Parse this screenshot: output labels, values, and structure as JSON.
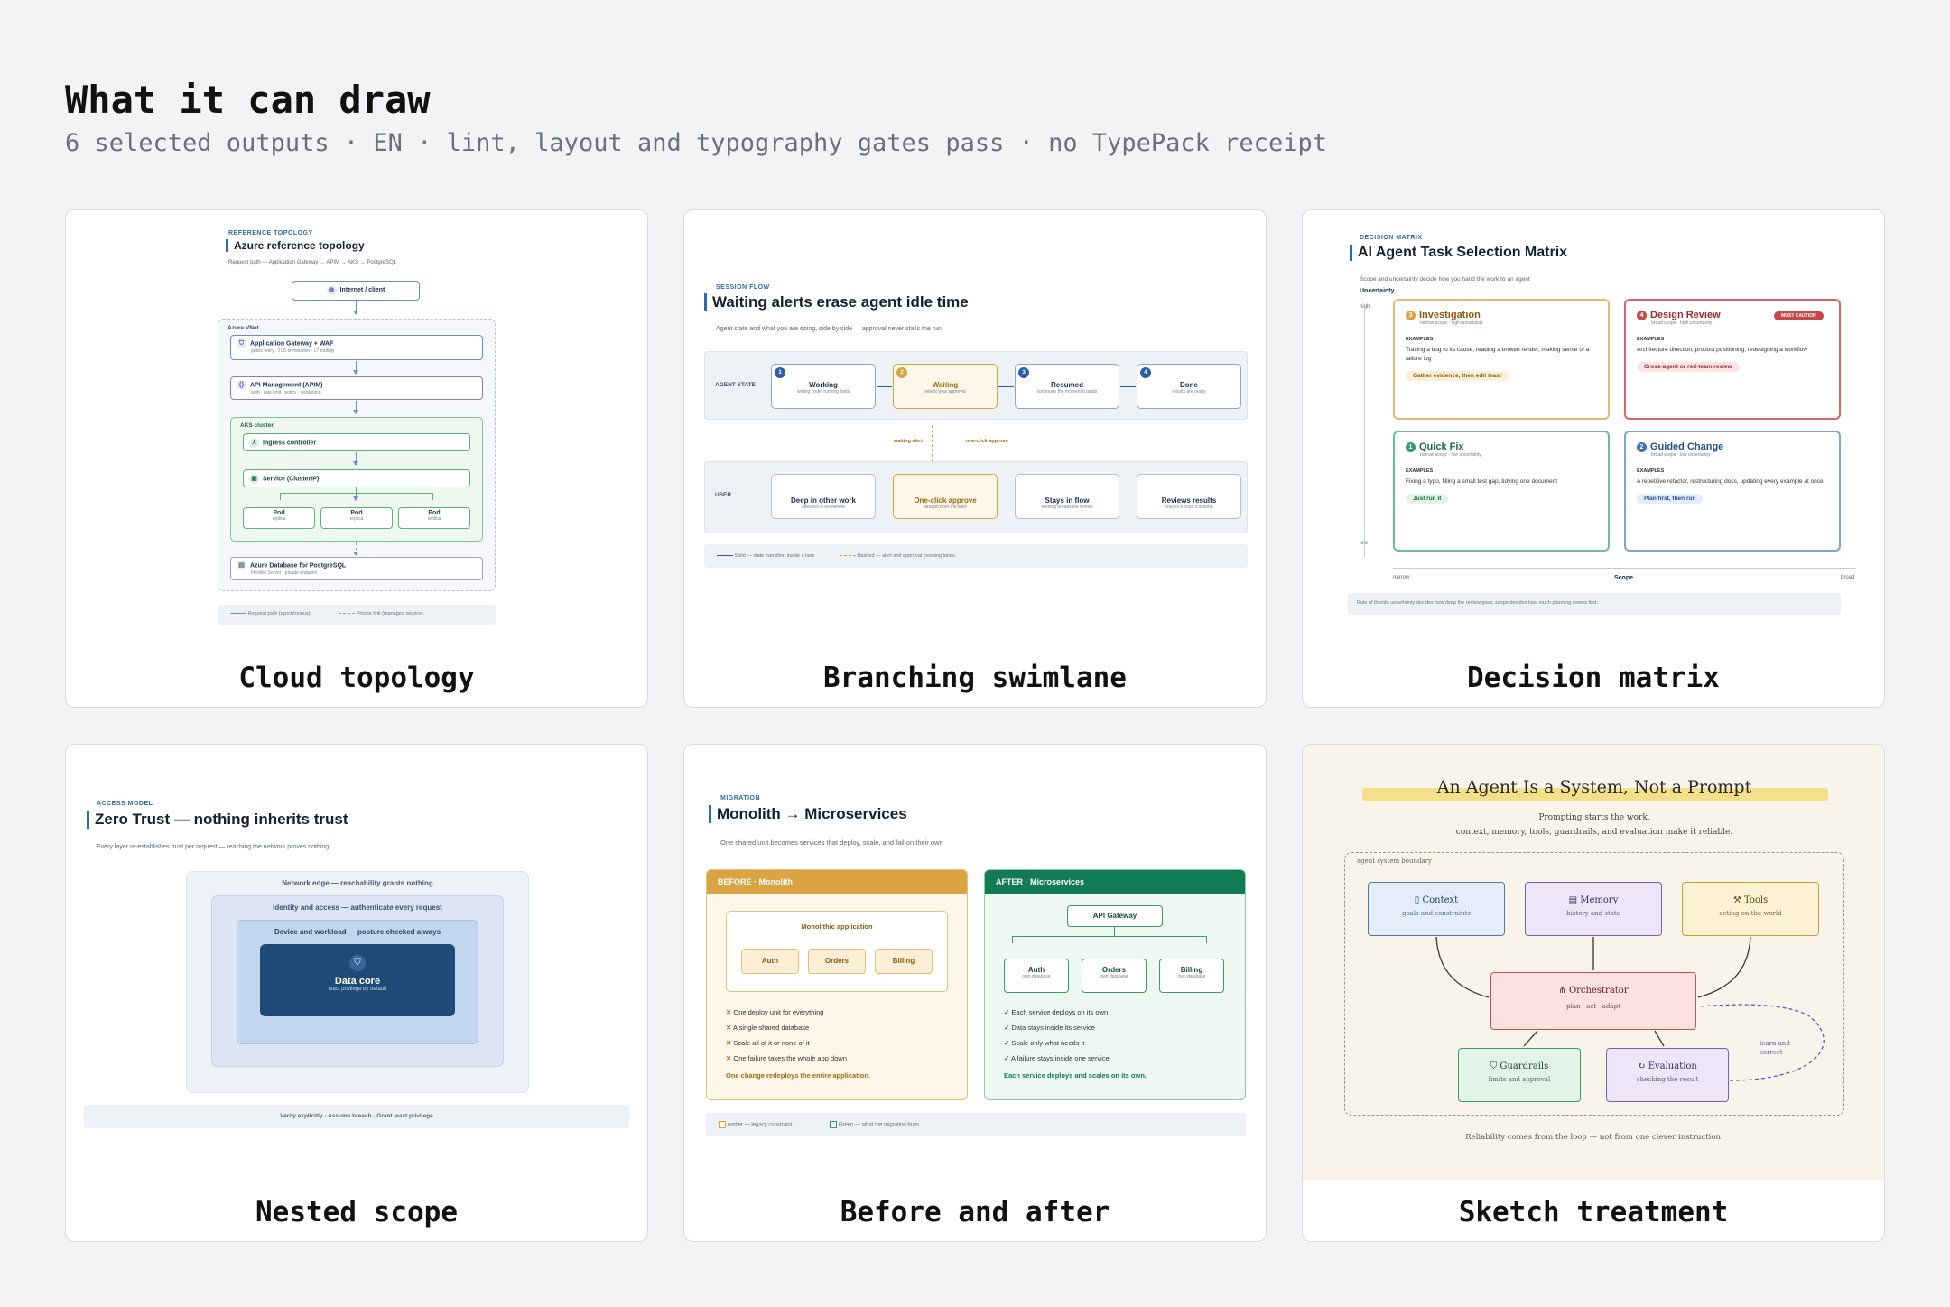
{
  "header": {
    "title": "What it can draw",
    "subtitle": "6 selected outputs · EN · lint, layout and typography gates pass · no TypePack receipt"
  },
  "cards": [
    {
      "caption": "Cloud topology",
      "preview": {
        "eyebrow": "REFERENCE TOPOLOGY",
        "title": "Azure reference topology",
        "subtitle": "Request path — Application Gateway → APIM → AKS → PostgreSQL",
        "client": "Internet / client",
        "vnet": "Azure VNet",
        "gateway": "Application Gateway + WAF",
        "gateway_sub": "public entry · TLS termination · L7 routing",
        "apim": "API Management (APIM)",
        "apim_sub": "auth · rate limit · policy · versioning",
        "aks": "AKS cluster",
        "ingress": "Ingress controller",
        "service": "Service (ClusterIP)",
        "pods": [
          {
            "name": "Pod",
            "sub": "replica"
          },
          {
            "name": "Pod",
            "sub": "replica"
          },
          {
            "name": "Pod",
            "sub": "replica"
          }
        ],
        "db": "Azure Database for PostgreSQL",
        "db_sub": "Flexible Server · private endpoint",
        "legend": [
          "Request path (synchronous)",
          "Private link (managed service)"
        ]
      }
    },
    {
      "caption": "Branching swimlane",
      "preview": {
        "eyebrow": "SESSION FLOW",
        "title": "Waiting alerts erase agent idle time",
        "subtitle": "Agent state and what you are doing, side by side — approval never stalls the run",
        "lane_agent": "AGENT STATE",
        "lane_user": "USER",
        "agent_states": [
          {
            "n": "1",
            "name": "Working",
            "sub": "writing code, running tools"
          },
          {
            "n": "2",
            "name": "Waiting",
            "sub": "needs your approval"
          },
          {
            "n": "3",
            "name": "Resumed",
            "sub": "continues the moment it lands"
          },
          {
            "n": "4",
            "name": "Done",
            "sub": "results are ready"
          }
        ],
        "links": [
          "waiting alert",
          "one-click approve"
        ],
        "user_states": [
          {
            "name": "Deep in other work",
            "sub": "attention is elsewhere"
          },
          {
            "name": "One-click approve",
            "sub": "straight from the alert"
          },
          {
            "name": "Stays in flow",
            "sub": "nothing breaks the thread"
          },
          {
            "name": "Reviews results",
            "sub": "checks it once it is done"
          }
        ],
        "legend": [
          "Solid — state transition inside a lane",
          "Dashed — alert and approval crossing lanes"
        ]
      }
    },
    {
      "caption": "Decision matrix",
      "preview": {
        "eyebrow": "DECISION MATRIX",
        "title": "AI Agent Task Selection Matrix",
        "subtitle": "Scope and uncertainty decide how you hand the work to an agent",
        "y_axis": "Uncertainty",
        "y_high": "high",
        "y_low": "low",
        "x_axis": "Scope",
        "x_low": "narrow",
        "x_high": "broad",
        "cells": [
          {
            "n": "3",
            "title": "Investigation",
            "sub": "narrow scope · high uncertainty",
            "examples_label": "EXAMPLES",
            "text": "Tracing a bug to its cause, reading a broken render, making sense of a failure log",
            "pill": "Gather evidence, then edit least",
            "color": "#e0a040"
          },
          {
            "n": "4",
            "title": "Design Review",
            "sub": "broad scope · high uncertainty",
            "badge": "MOST CAUTION",
            "examples_label": "EXAMPLES",
            "text": "Architecture direction, product positioning, redesigning a workflow",
            "pill": "Cross-agent or red-team review",
            "color": "#c84848"
          },
          {
            "n": "1",
            "title": "Quick Fix",
            "sub": "narrow scope · low uncertainty",
            "examples_label": "EXAMPLES",
            "text": "Fixing a typo, filling a small test gap, tidying one document",
            "pill": "Just run it",
            "color": "#3a9a6a"
          },
          {
            "n": "2",
            "title": "Guided Change",
            "sub": "broad scope · low uncertainty",
            "examples_label": "EXAMPLES",
            "text": "A repetitive refactor, restructuring docs, updating every example at once",
            "pill": "Plan first, then run",
            "color": "#3f6fb8"
          }
        ],
        "footnote": "Rule of thumb: uncertainty decides how deep the review goes; scope decides how much planning comes first."
      }
    },
    {
      "caption": "Nested scope",
      "preview": {
        "eyebrow": "ACCESS MODEL",
        "title": "Zero Trust — nothing inherits trust",
        "subtitle": "Every layer re-establishes trust per request — reaching the network proves nothing",
        "layers": [
          "Network edge — reachability grants nothing",
          "Identity and access — authenticate every request",
          "Device and workload — posture checked always"
        ],
        "core": "Data core",
        "core_sub": "least privilege by default",
        "footer": "Verify explicitly · Assume breach · Grant least privilege"
      }
    },
    {
      "caption": "Before and after",
      "preview": {
        "eyebrow": "MIGRATION",
        "title": "Monolith → Microservices",
        "subtitle": "One shared unit becomes services that deploy, scale, and fail on their own",
        "before_head": "BEFORE · Monolith",
        "after_head": "AFTER · Microservices",
        "mono_app": "Monolithic application",
        "mono_modules": [
          "Auth",
          "Orders",
          "Billing"
        ],
        "before_points": [
          "One deploy unit for everything",
          "A single shared database",
          "Scale all of it or none of it",
          "One failure takes the whole app down"
        ],
        "before_summary": "One change redeploys the entire application.",
        "gateway": "API Gateway",
        "services": [
          {
            "name": "Auth",
            "sub": "own database"
          },
          {
            "name": "Orders",
            "sub": "own database"
          },
          {
            "name": "Billing",
            "sub": "own database"
          }
        ],
        "after_points": [
          "Each service deploys on its own",
          "Data stays inside its service",
          "Scale only what needs it",
          "A failure stays inside one service"
        ],
        "after_summary": "Each service deploys and scales on its own.",
        "legend": [
          "Amber — legacy constraint",
          "Green — what the migration buys"
        ]
      }
    },
    {
      "caption": "Sketch treatment",
      "preview": {
        "title": "An Agent Is a System, Not a Prompt",
        "line1": "Prompting starts the work.",
        "line2": "context, memory, tools, guardrails, and evaluation make it reliable.",
        "boundary": "agent system boundary",
        "nodes": [
          {
            "name": "Context",
            "sub": "goals and constraints"
          },
          {
            "name": "Memory",
            "sub": "history and state"
          },
          {
            "name": "Tools",
            "sub": "acting on the world"
          },
          {
            "name": "Orchestrator",
            "sub": "plan · act · adapt"
          },
          {
            "name": "Guardrails",
            "sub": "limits and approval"
          },
          {
            "name": "Evaluation",
            "sub": "checking the result"
          }
        ],
        "loop_note": "learn and correct",
        "footer": "Reliability comes from the loop — not from one clever instruction."
      }
    }
  ],
  "colors": {
    "background": "#f3f3f5",
    "accent_blue": "#2b6cb0",
    "amber": "#d9a441",
    "green": "#127a55",
    "sketch_bg": "#f8f4ea"
  }
}
